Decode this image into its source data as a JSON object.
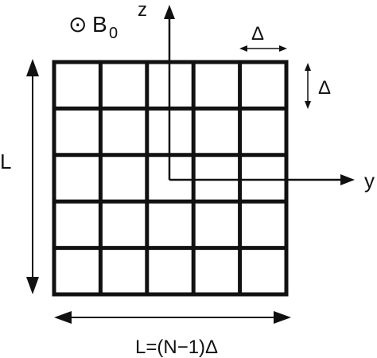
{
  "diagram": {
    "field_symbol": "⊙",
    "field_label": "B",
    "field_subscript": "0",
    "axis_z_label": "z",
    "axis_y_label": "y",
    "spacing_label_horizontal": "Δ",
    "spacing_label_vertical": "Δ",
    "side_length_label": "L",
    "width_label": "L=(N−1)Δ",
    "grid_cells_per_side": 5,
    "colors": {
      "ink": "#111111",
      "background": "#ffffff"
    }
  }
}
